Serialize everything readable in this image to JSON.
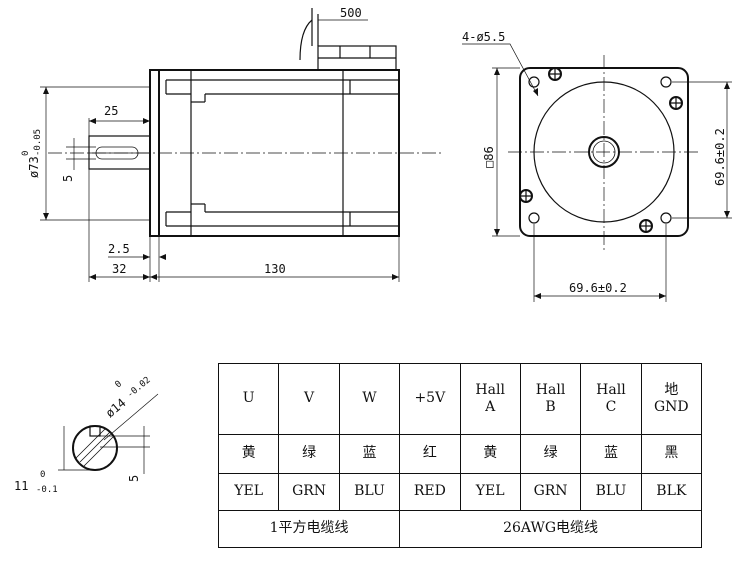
{
  "side_view": {
    "cable_length": "500",
    "shaft_length": "25",
    "flange_thickness": "2.5",
    "shaft_extension": "32",
    "body_length": "130",
    "key_height": "5",
    "pilot_dia": "ø73",
    "pilot_tol_upper": "0",
    "pilot_tol_lower": "-0.05"
  },
  "front_view": {
    "holes": "4-ø5.5",
    "frame_size": "□86",
    "hole_spacing_h": "69.6±0.2",
    "hole_spacing_v": "69.6±0.2"
  },
  "shaft_section": {
    "shaft_dia": "ø14",
    "shaft_tol_upper": "0",
    "shaft_tol_lower": "-0.02",
    "flat_depth": "11",
    "flat_tol_upper": "0",
    "flat_tol_lower": "-0.1",
    "key_width": "5"
  },
  "wiring_table": {
    "row1": {
      "u": "U",
      "v": "V",
      "w": "W",
      "p5v": "+5V",
      "hall_a_1": "Hall",
      "hall_a_2": "A",
      "hall_b_1": "Hall",
      "hall_b_2": "B",
      "hall_c_1": "Hall",
      "hall_c_2": "C",
      "gnd_1": "地",
      "gnd_2": "GND"
    },
    "row2": [
      "黄",
      "绿",
      "蓝",
      "红",
      "黄",
      "绿",
      "蓝",
      "黑"
    ],
    "row3": [
      "YEL",
      "GRN",
      "BLU",
      "RED",
      "YEL",
      "GRN",
      "BLU",
      "BLK"
    ],
    "row4": {
      "power_cable": "1平方电缆线",
      "signal_cable": "26AWG电缆线"
    }
  }
}
